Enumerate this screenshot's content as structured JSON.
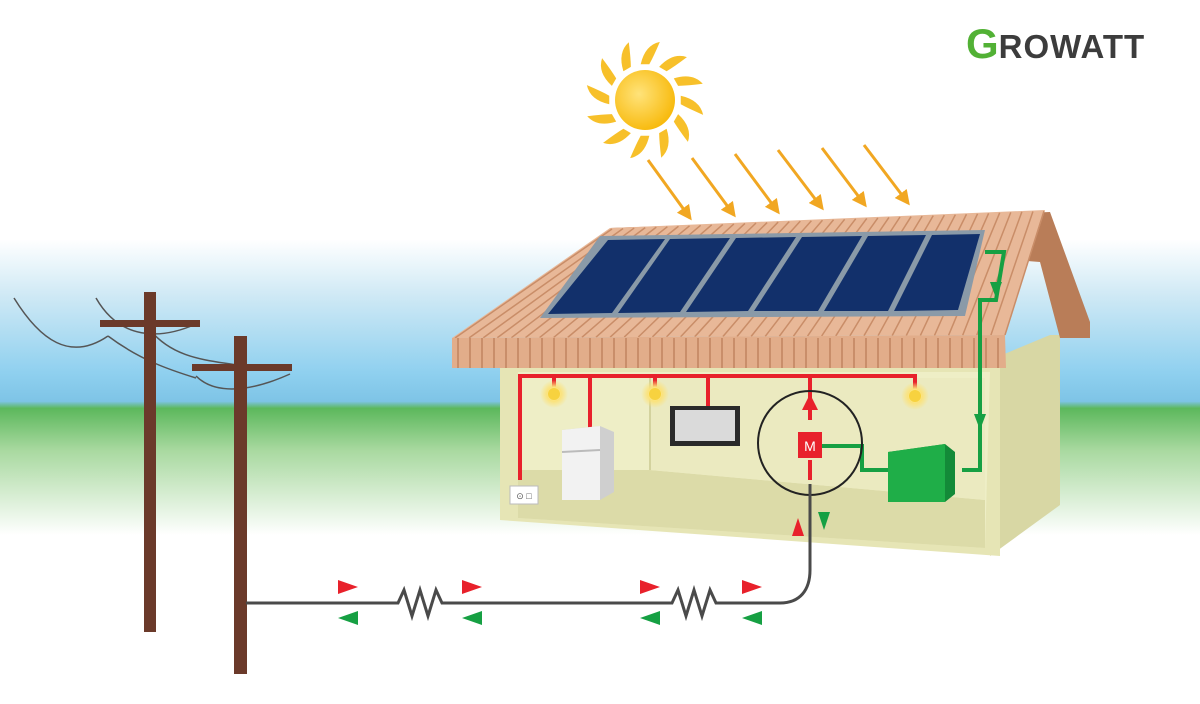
{
  "brand": {
    "logo_initial": "G",
    "logo_rest": "ROWATT",
    "accent_color": "#52b135"
  },
  "diagram": {
    "meter_label": "M",
    "outlet_label": "⊙ □",
    "colors": {
      "import_flow": "#e8212b",
      "export_flow": "#16a043",
      "grid_line": "#4a4a4a",
      "sun": "#fbbf24"
    }
  }
}
